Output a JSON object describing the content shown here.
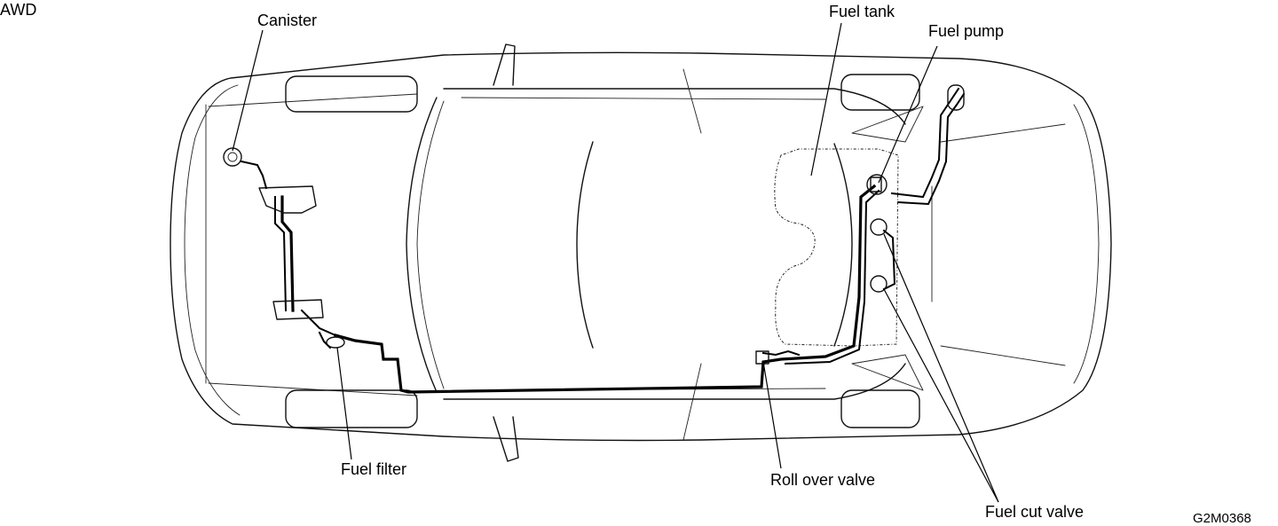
{
  "diagram": {
    "variant": "AWD",
    "code": "G2M0368",
    "labels": {
      "canister": "Canister",
      "fuel_tank": "Fuel tank",
      "fuel_pump": "Fuel pump",
      "fuel_filter": "Fuel filter",
      "roll_over_valve": "Roll over valve",
      "fuel_cut_valve": "Fuel cut valve"
    }
  }
}
